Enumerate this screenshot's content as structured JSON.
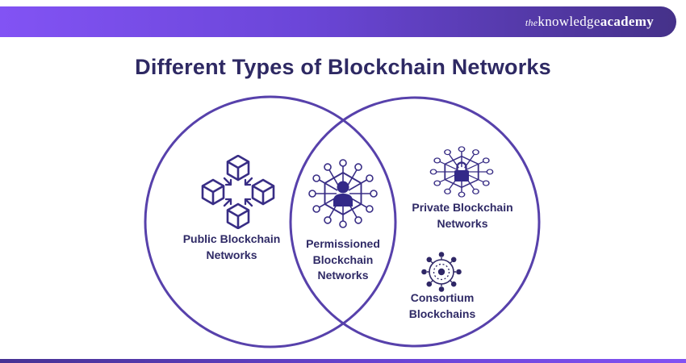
{
  "brand": {
    "logo_prefix": "the",
    "logo_word_regular": "knowledge",
    "logo_word_bold": "academy"
  },
  "title": "Different Types of Blockchain Networks",
  "venn": {
    "type": "venn-diagram",
    "left_circle": "Public Blockchain Networks",
    "overlap": "Permissioned Blockchain Networks",
    "right_circle_top": "Private Blockchain Networks",
    "right_circle_bottom": "Consortium Blockchains",
    "public": {
      "line1": "Public Blockchain",
      "line2": "Networks"
    },
    "permissioned": {
      "line1": "Permissioned",
      "line2": "Blockchain",
      "line3": "Networks"
    },
    "private": {
      "line1": "Private Blockchain",
      "line2": "Networks"
    },
    "consortium": {
      "line1": "Consortium",
      "line2": "Blockchains"
    }
  },
  "icons": {
    "public": "blockchain-cubes-icon",
    "permissioned": "user-network-icon",
    "private": "lock-network-icon",
    "consortium": "consortium-hub-icon"
  },
  "colors": {
    "background": "#ffffff",
    "top_bar_gradient_start": "#8253f4",
    "top_bar_gradient_end": "#453189",
    "bottom_bar_gradient_start": "#463293",
    "bottom_bar_gradient_end": "#8152f3",
    "title_text": "#2e2963",
    "label_text": "#2f2a66",
    "circle_stroke": "#5741ab",
    "icon_color": "#382d85",
    "icon_fill": "#332988"
  }
}
